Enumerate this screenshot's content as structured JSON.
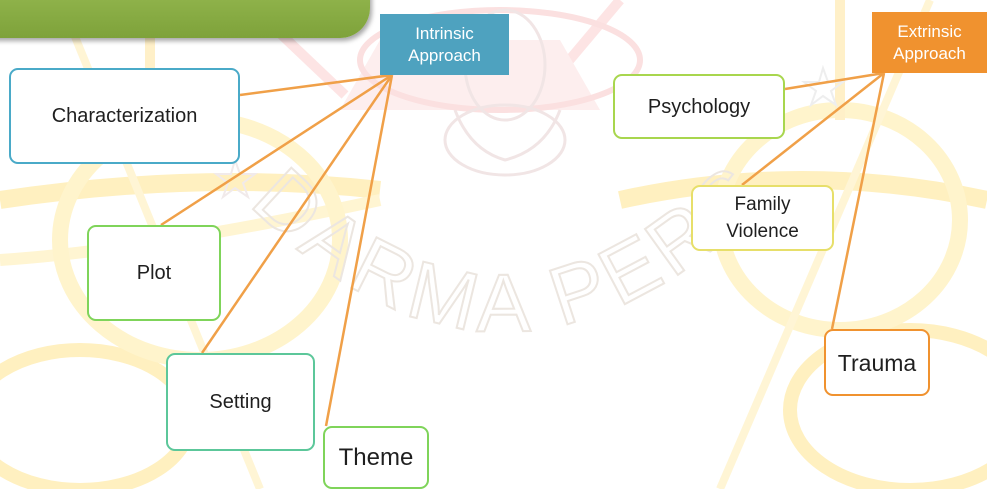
{
  "diagram": {
    "hubs": {
      "intrinsic": {
        "label": "Intrinsic\nApproach",
        "color": "#4ea2bf"
      },
      "extrinsic": {
        "label": "Extrinsic\nApproach",
        "color": "#f0922f"
      }
    },
    "intrinsic_elements": [
      {
        "label": "Characterization",
        "border_color": "#4aaac8"
      },
      {
        "label": "Plot",
        "border_color": "#7fd45a"
      },
      {
        "label": "Setting",
        "border_color": "#5cc79a"
      },
      {
        "label": "Theme",
        "border_color": "#7fd45a"
      }
    ],
    "extrinsic_elements": [
      {
        "label": "Psychology",
        "border_color": "#a8d64e"
      },
      {
        "label": "Family\nViolence",
        "border_color": "#e7df6a"
      },
      {
        "label": "Trauma",
        "border_color": "#f0922f"
      }
    ],
    "connector_color": "#f0a048"
  },
  "watermark": {
    "text": "DARMA PERSADA",
    "color": "#fff3c8"
  },
  "banner_color": "#8db14a"
}
